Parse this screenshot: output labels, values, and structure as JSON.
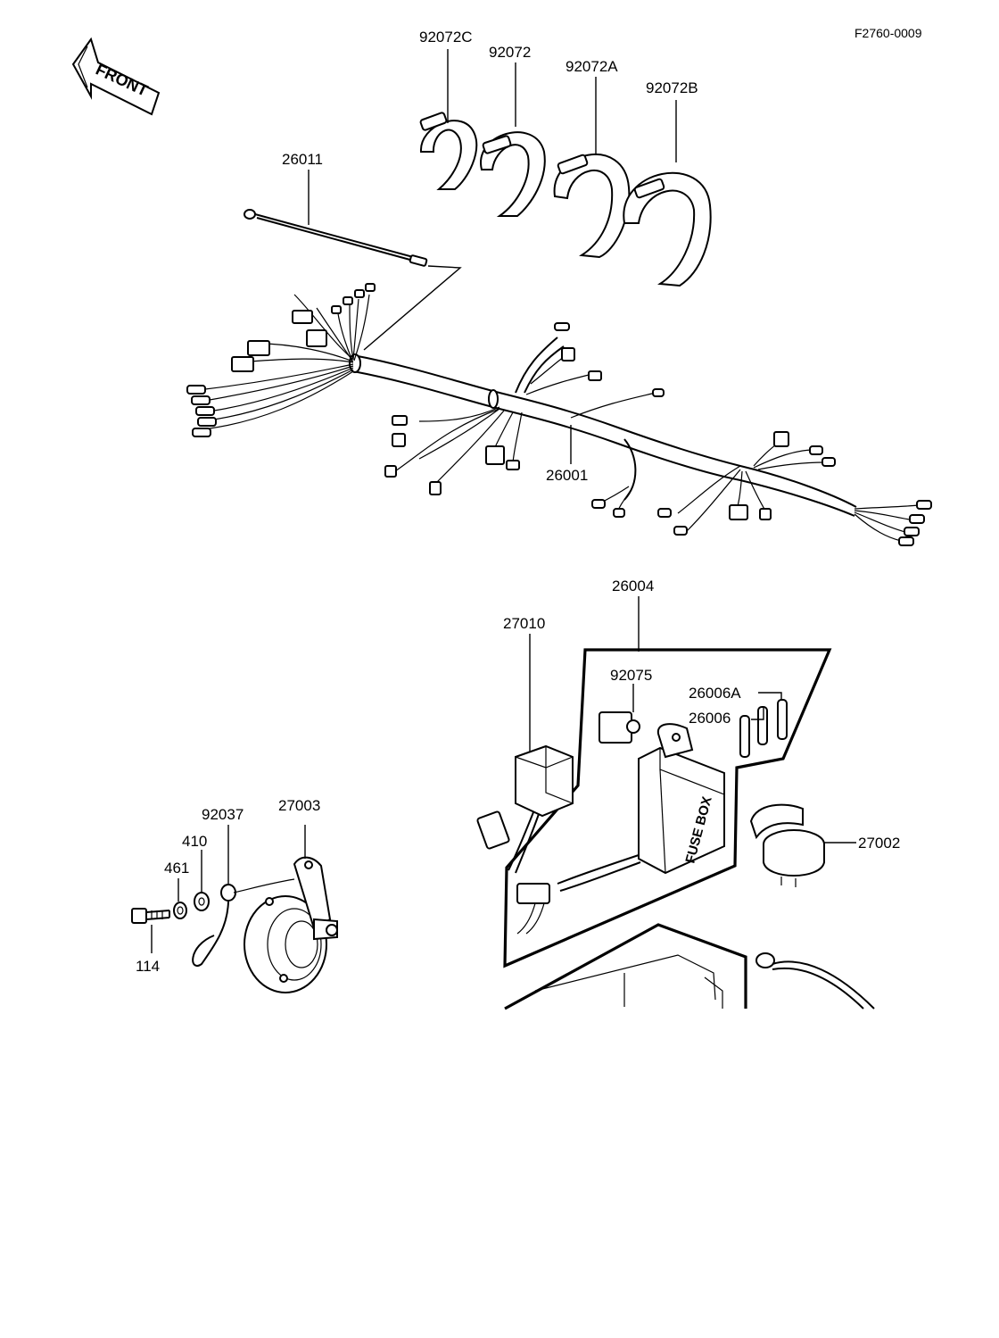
{
  "figure_code": "F2760-0009",
  "front_arrow": {
    "label": "FRONT"
  },
  "parts": {
    "p92072C": "92072C",
    "p92072": "92072",
    "p92072A": "92072A",
    "p92072B": "92072B",
    "p26011": "26011",
    "p26001": "26001",
    "p26004": "26004",
    "p27010": "27010",
    "p92075": "92075",
    "p26006A": "26006A",
    "p26006": "26006",
    "p27002": "27002",
    "p92037": "92037",
    "p27003": "27003",
    "p410": "410",
    "p461": "461",
    "p114": "114"
  },
  "fuse_box": {
    "label": "FUSE BOX"
  }
}
